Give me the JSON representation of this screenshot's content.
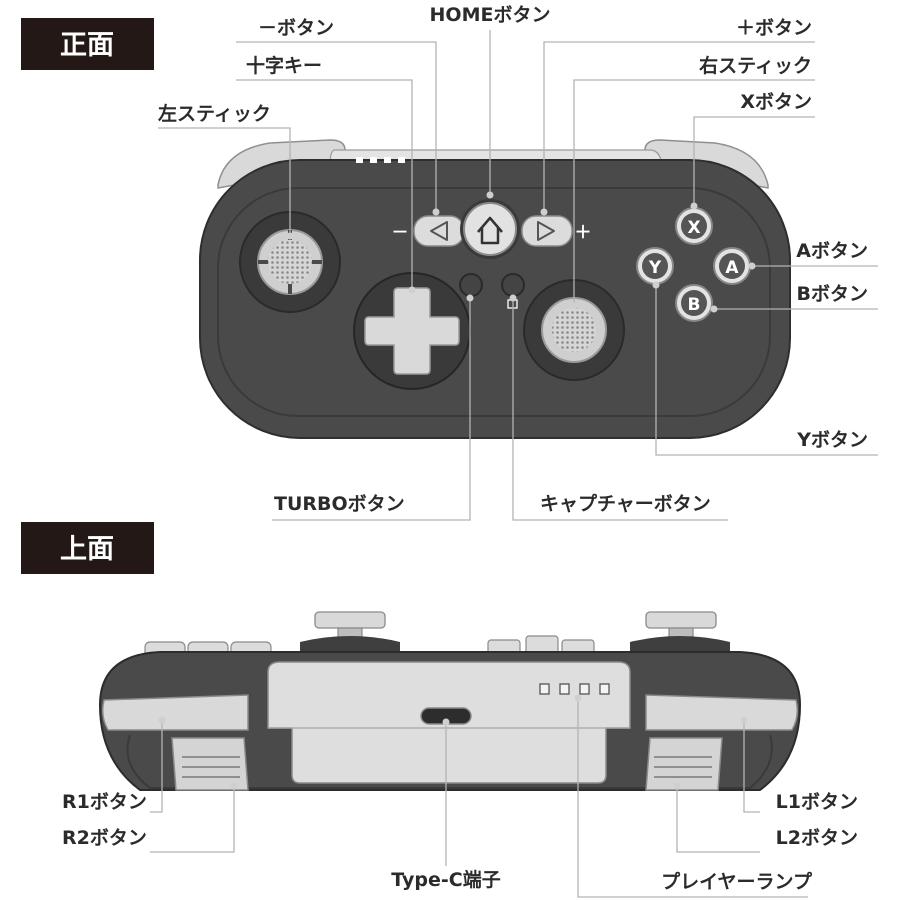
{
  "sections": {
    "front": "正面",
    "top": "上面"
  },
  "front_labels": {
    "minus": "－ボタン",
    "home": "HOMEボタン",
    "plus": "＋ボタン",
    "dpad": "十字キー",
    "right_stick": "右スティック",
    "left_stick": "左スティック",
    "x": "Xボタン",
    "a": "Aボタン",
    "b": "Bボタン",
    "y": "Yボタン",
    "turbo": "TURBOボタン",
    "capture": "キャプチャーボタン"
  },
  "top_labels": {
    "r1": "R1ボタン",
    "r2": "R2ボタン",
    "typec": "Type-C端子",
    "player_lamp": "プレイヤーランプ",
    "l1": "L1ボタン",
    "l2": "L2ボタン"
  },
  "face_letters": {
    "x": "X",
    "a": "A",
    "b": "B",
    "y": "Y"
  },
  "signs": {
    "minus": "－",
    "plus": "＋"
  },
  "colors": {
    "body": "#4a4a4a",
    "body_dark": "#3c3c3c",
    "button_light": "#dcdcdc",
    "tag": "#231815"
  }
}
